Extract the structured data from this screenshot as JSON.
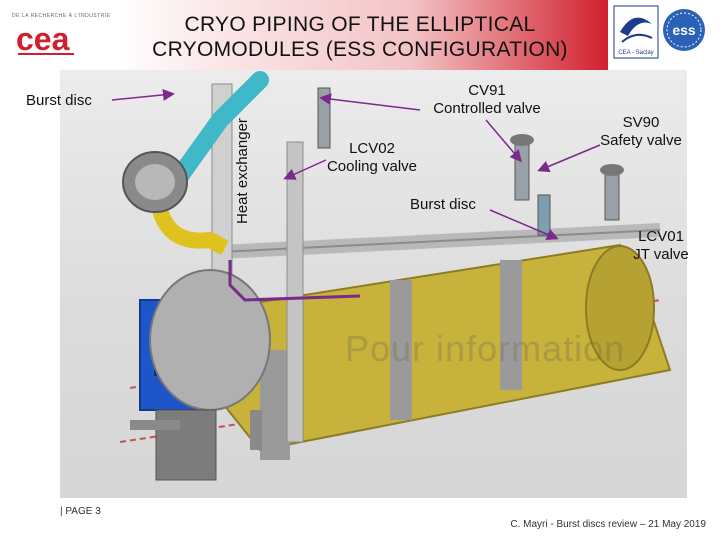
{
  "header": {
    "title_line1": "CRYO PIPING OF THE ELLIPTICAL",
    "title_line2": "CRYOMODULES (ESS CONFIGURATION)",
    "cea_logo_text": "cea",
    "cea_tagline": "DE LA RECHERCHE À L'INDUSTRIE",
    "partner_logo_1_text": "CEA - Saclay",
    "partner_logo_2_text": "ess"
  },
  "image": {
    "watermark": "Pour information"
  },
  "labels": {
    "burst_disc_left": "Burst disc",
    "heat_exchanger": "Heat exchanger",
    "cv91_line1": "CV91",
    "cv91_line2": "Controlled valve",
    "lcv02_line1": "LCV02",
    "lcv02_line2": "Cooling valve",
    "sv90_line1": "SV90",
    "sv90_line2": "Safety valve",
    "burst_disc_center": "Burst disc",
    "lcv01_line1": "LCV01",
    "lcv01_line2": "JT valve"
  },
  "footer": {
    "page": "| PAGE 3",
    "credit": "C. Mayri - Burst discs review – 21 May 2019"
  },
  "colors": {
    "accent_red": "#d0202d",
    "arrow_purple": "#7a2a8a",
    "cryomodule_yellow": "#c7b23c",
    "coupler_blue": "#1e55c8",
    "pipe_cyan": "#3fb8c8"
  }
}
